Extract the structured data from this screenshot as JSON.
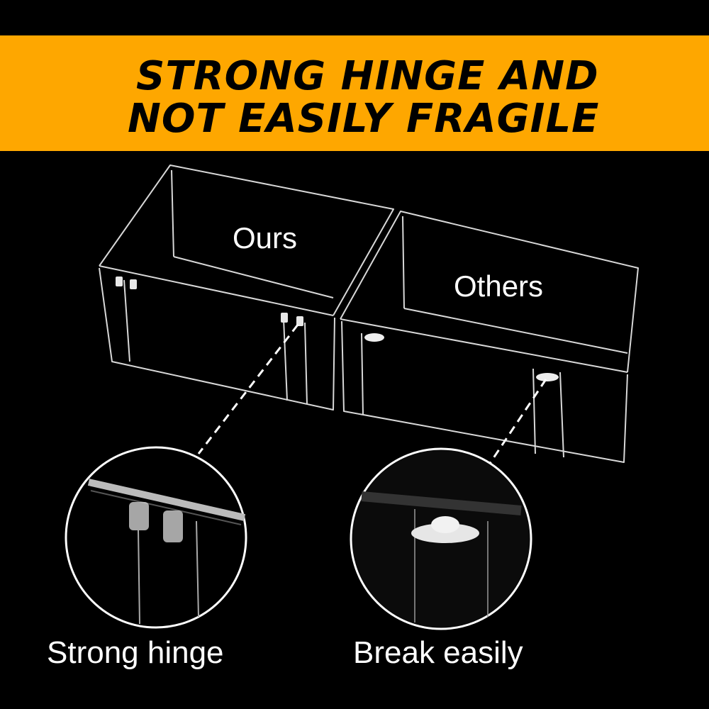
{
  "banner": {
    "line1": "STRONG HINGE AND",
    "line2": "NOT EASILY FRAGILE",
    "color": "#fea700"
  },
  "products": {
    "ours": {
      "label": "Ours"
    },
    "others": {
      "label": "Others"
    }
  },
  "callouts": {
    "left": {
      "label": "Strong hinge"
    },
    "right": {
      "label": "Break easily"
    }
  },
  "colors": {
    "background": "#000000",
    "text": "#ffffff"
  }
}
